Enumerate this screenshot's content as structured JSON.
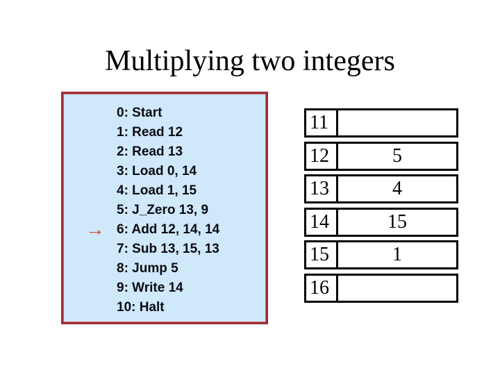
{
  "slide": {
    "title": "Multiplying two integers"
  },
  "program": {
    "pointer_glyph": "→",
    "pointer_line_index": 6,
    "lines": [
      "0: Start",
      "1: Read 12",
      "2: Read 13",
      "3: Load 0, 14",
      "4: Load 1, 15",
      "5: J_Zero 13, 9",
      "6: Add 12, 14, 14",
      "7: Sub 13, 15, 13",
      "8: Jump 5",
      "9: Write 14",
      "10: Halt"
    ]
  },
  "memory_table": {
    "rows": [
      {
        "address": "11",
        "value": ""
      },
      {
        "address": "12",
        "value": "5"
      },
      {
        "address": "13",
        "value": "4"
      },
      {
        "address": "14",
        "value": "15"
      },
      {
        "address": "15",
        "value": "1"
      },
      {
        "address": "16",
        "value": ""
      }
    ]
  },
  "colors": {
    "program_box_bg": "#cfe8fa",
    "program_box_border": "#9d3038",
    "pointer_arrow": "#ce4527",
    "table_border": "#000000",
    "text": "#000000"
  }
}
